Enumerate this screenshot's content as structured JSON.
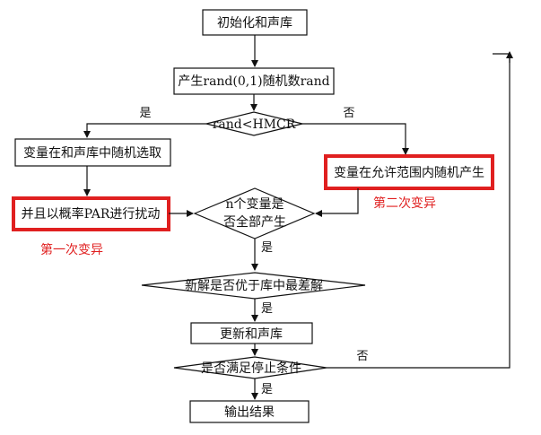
{
  "nodes": {
    "init": "初始化和声库",
    "generate_rand": "产生rand(0,1)随机数rand",
    "decision_hmcr": "rand<HMCR",
    "select_memory": "变量在和声库中随机选取",
    "perturb_par": "并且以概率PAR进行扰动",
    "random_range": "变量在允许范围内随机产生",
    "all_generated_line1": "n个变量是",
    "all_generated_line2": "否全部产生",
    "better_than_worst": "新解是否优于库中最差解",
    "update_memory": "更新和声库",
    "stop_condition": "是否满足停止条件",
    "output": "输出结果"
  },
  "edge_labels": {
    "hmcr_yes": "是",
    "hmcr_no": "否",
    "all_yes": "是",
    "better_yes": "是",
    "stop_yes": "是",
    "stop_no": "否"
  },
  "annotations": {
    "first_mutation": "第一次变异",
    "second_mutation": "第二次变异"
  },
  "colors": {
    "highlight": "#e02020",
    "line": "#111111"
  }
}
